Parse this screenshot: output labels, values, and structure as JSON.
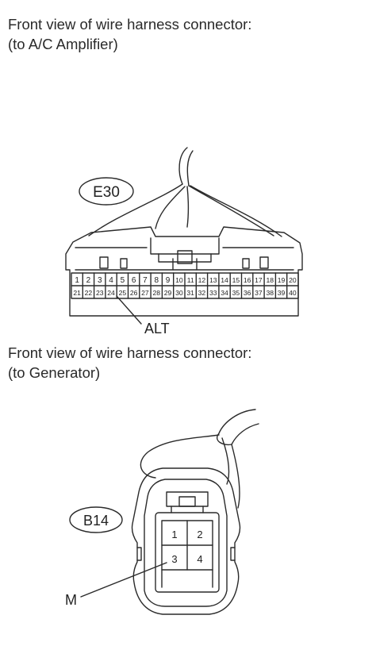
{
  "top": {
    "caption_line1": "Front view of wire harness connector:",
    "caption_line2": "(to A/C Amplifier)",
    "connector_code": "E30",
    "row1_pins": [
      "1",
      "2",
      "3",
      "4",
      "5",
      "6",
      "7",
      "8",
      "9",
      "10",
      "11",
      "12",
      "13",
      "14",
      "15",
      "16",
      "17",
      "18",
      "19",
      "20"
    ],
    "row2_pins": [
      "21",
      "22",
      "23",
      "24",
      "25",
      "26",
      "27",
      "28",
      "29",
      "30",
      "31",
      "32",
      "33",
      "34",
      "35",
      "36",
      "37",
      "38",
      "39",
      "40"
    ],
    "callout": "ALT"
  },
  "bottom": {
    "caption_line1": "Front view of wire harness connector:",
    "caption_line2": "(to Generator)",
    "connector_code": "B14",
    "pins": [
      "1",
      "2",
      "3",
      "4"
    ],
    "callout": "M"
  }
}
